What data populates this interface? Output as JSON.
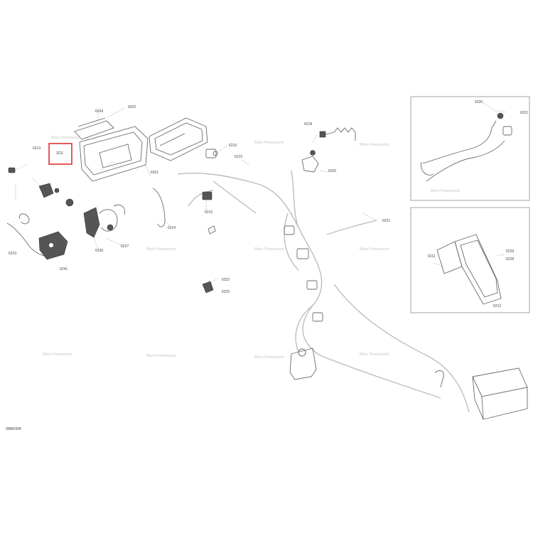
{
  "diagram": {
    "drawing_code": "00MC004",
    "highlight_color": "#e03030",
    "highlight_label": "2CE",
    "callouts": [
      {
        "id": "c1",
        "text": "6202"
      },
      {
        "id": "c2",
        "text": "6204"
      },
      {
        "id": "c3",
        "text": "6201"
      },
      {
        "id": "c4",
        "text": "6213"
      },
      {
        "id": "c5",
        "text": "6210"
      },
      {
        "id": "c6",
        "text": "6215"
      },
      {
        "id": "c7",
        "text": "6214"
      },
      {
        "id": "c8",
        "text": "6216"
      },
      {
        "id": "c9",
        "text": "6218"
      },
      {
        "id": "c10",
        "text": "6220"
      },
      {
        "id": "c11",
        "text": "6221"
      },
      {
        "id": "c12",
        "text": "6232"
      },
      {
        "id": "c13",
        "text": "6225"
      },
      {
        "id": "c14",
        "text": "6223"
      },
      {
        "id": "c15",
        "text": "6241"
      },
      {
        "id": "c16",
        "text": "6236"
      },
      {
        "id": "c17",
        "text": "6227"
      },
      {
        "id": "c18",
        "text": "6230"
      },
      {
        "id": "c19",
        "text": "6231"
      },
      {
        "id": "c20",
        "text": "6229"
      },
      {
        "id": "c21",
        "text": "6228"
      },
      {
        "id": "c22",
        "text": "6211"
      },
      {
        "id": "c23",
        "text": "6212"
      }
    ],
    "watermarks": [
      {
        "id": "w1",
        "text": "Bikes Powersports"
      },
      {
        "id": "w2",
        "text": "Bikes Powersports"
      },
      {
        "id": "w3",
        "text": "Bikes Powersports"
      },
      {
        "id": "w4",
        "text": "Bikes Powersports"
      },
      {
        "id": "w5",
        "text": "Bikes Powersports"
      },
      {
        "id": "w6",
        "text": "Bikes Powersports"
      },
      {
        "id": "w7",
        "text": "Bikes Powersports"
      },
      {
        "id": "w8",
        "text": "Bikes Powersports"
      },
      {
        "id": "w9",
        "text": "Bikes Powersports"
      },
      {
        "id": "w10",
        "text": "Bikes Powersports"
      },
      {
        "id": "w11",
        "text": "Bikes Powersports"
      }
    ]
  }
}
